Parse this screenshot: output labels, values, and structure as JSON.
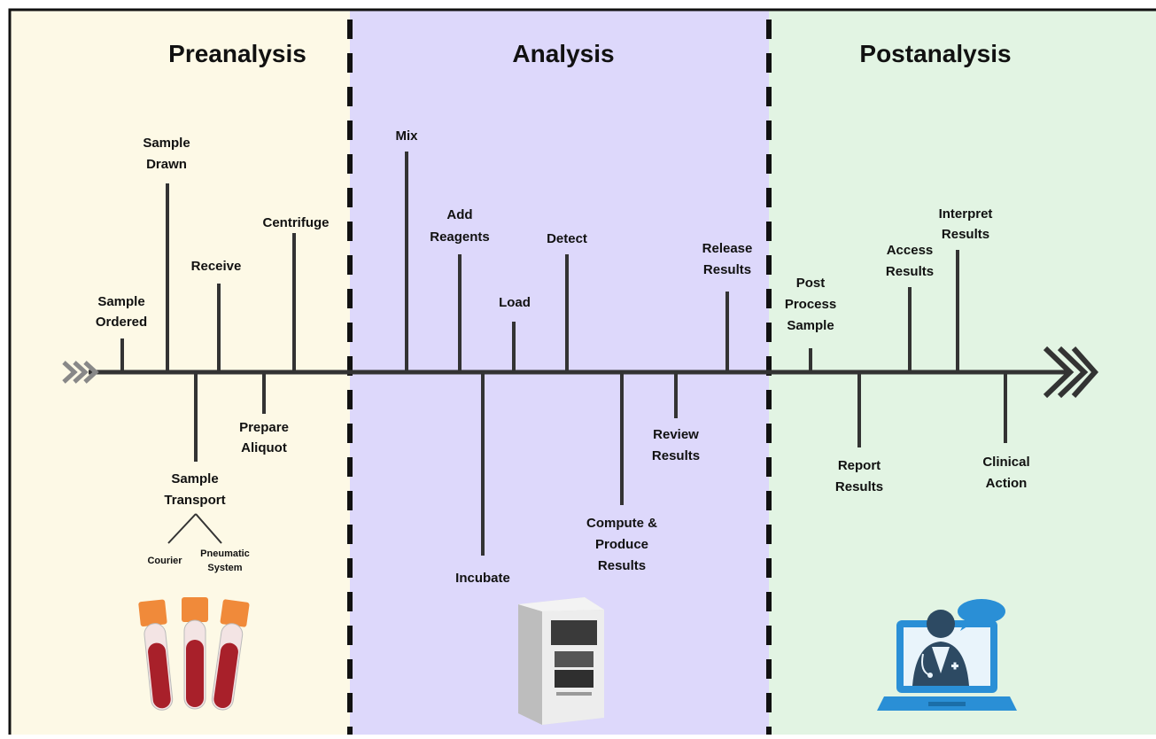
{
  "phases": [
    {
      "title": "Preanalysis",
      "bg": "#fdf9e6"
    },
    {
      "title": "Analysis",
      "bg": "#ddd8fb"
    },
    {
      "title": "Postanalysis",
      "bg": "#e2f4e3"
    }
  ],
  "steps": {
    "sample_ordered": [
      "Sample",
      "Ordered"
    ],
    "sample_drawn": [
      "Sample",
      "Drawn"
    ],
    "receive": [
      "Receive"
    ],
    "centrifuge": [
      "Centrifuge"
    ],
    "sample_transport": [
      "Sample",
      "Transport"
    ],
    "prepare_aliquot": [
      "Prepare",
      "Aliquot"
    ],
    "courier": "Courier",
    "pneumatic_system": [
      "Pneumatic",
      "System"
    ],
    "mix": [
      "Mix"
    ],
    "add_reagents": [
      "Add",
      "Reagents"
    ],
    "load": [
      "Load"
    ],
    "detect": [
      "Detect"
    ],
    "release_results": [
      "Release",
      "Results"
    ],
    "incubate": [
      "Incubate"
    ],
    "compute_produce": [
      "Compute &",
      "Produce",
      "Results"
    ],
    "review_results": [
      "Review",
      "Results"
    ],
    "post_process": [
      "Post",
      "Process",
      "Sample"
    ],
    "access_results": [
      "Access",
      "Results"
    ],
    "interpret_results": [
      "Interpret",
      "Results"
    ],
    "report_results": [
      "Report",
      "Results"
    ],
    "clinical_action": [
      "Clinical",
      "Action"
    ]
  },
  "icons": {
    "tubes": "blood-tubes-icon",
    "analyzer": "lab-analyzer-icon",
    "laptop": "telehealth-laptop-icon"
  },
  "colors": {
    "timeline": "#333333",
    "tube_cap": "#f08a3a",
    "blood": "#a8202a",
    "laptop_blue": "#2a8fd6",
    "doctor_dark": "#2d4a63"
  }
}
